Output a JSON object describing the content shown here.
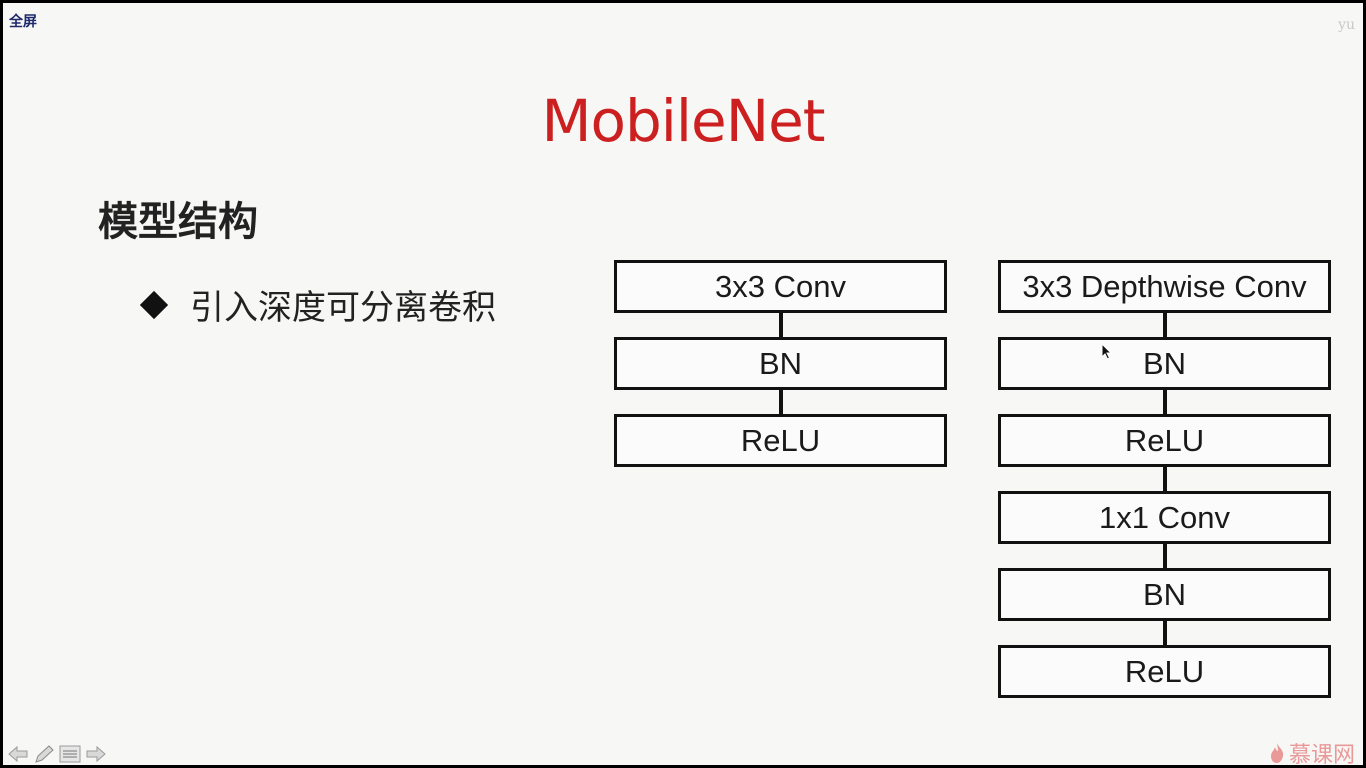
{
  "toolbar": {
    "fullscreen_label": "全屏"
  },
  "watermark": "yu",
  "slide": {
    "title": "MobileNet",
    "section_heading": "模型结构",
    "bullet": "引入深度可分离卷积"
  },
  "diagram": {
    "standard": [
      "3x3 Conv",
      "BN",
      "ReLU"
    ],
    "depthwise_separable": [
      "3x3 Depthwise Conv",
      "BN",
      "ReLU",
      "1x1 Conv",
      "BN",
      "ReLU"
    ]
  },
  "brand": {
    "name": "慕课网"
  },
  "colors": {
    "title": "#cc1f1f",
    "brand": "#e37a7a"
  }
}
